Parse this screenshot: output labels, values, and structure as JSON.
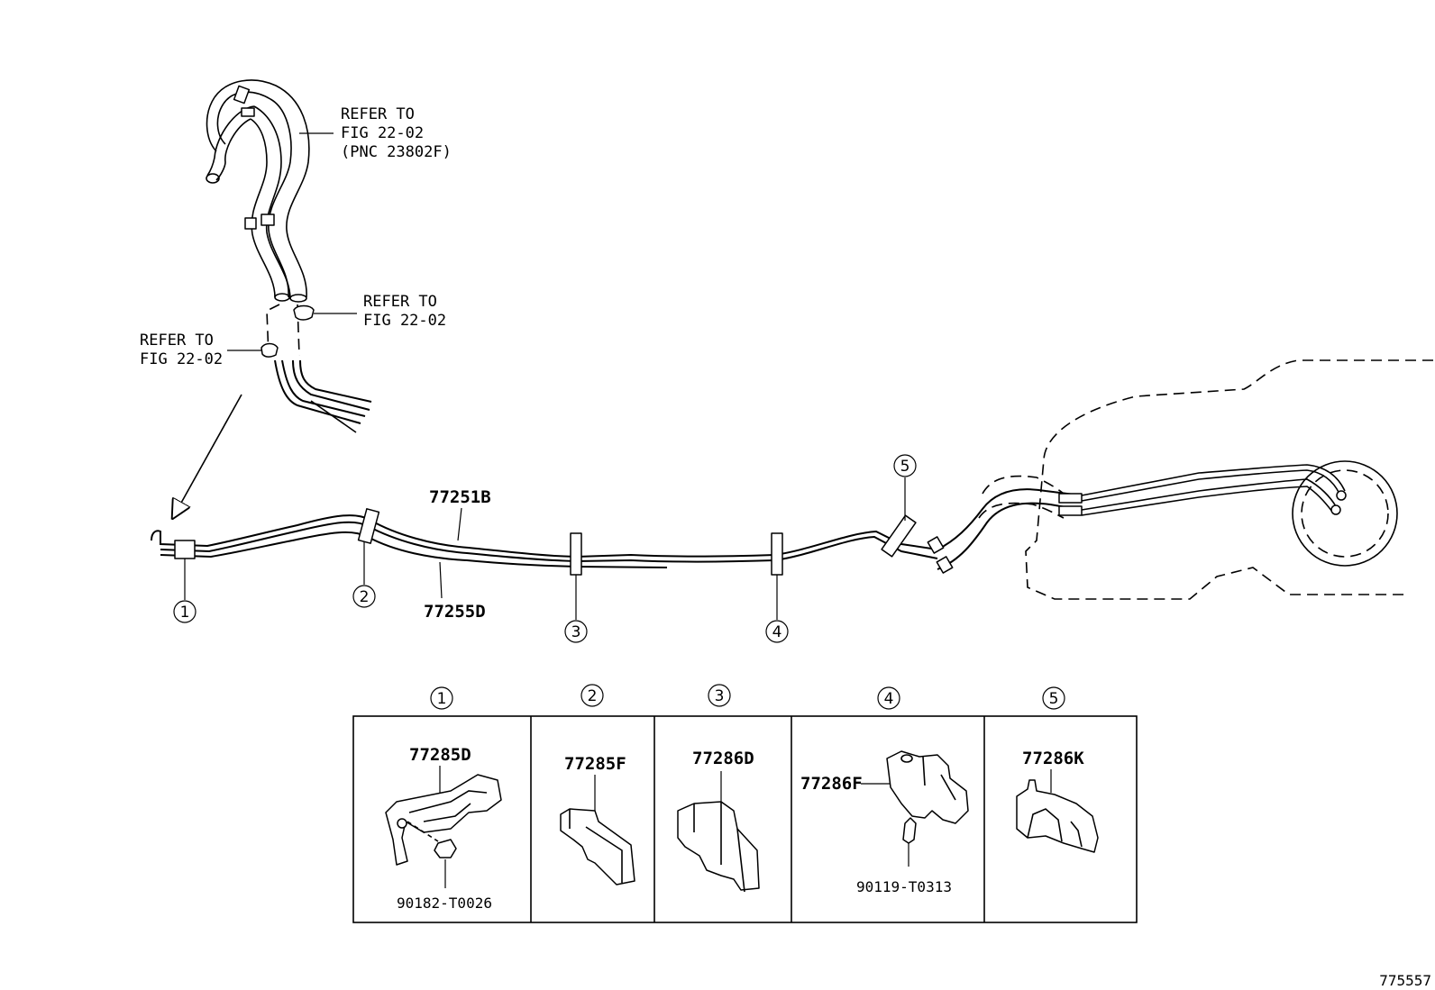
{
  "refs": {
    "top_hose": [
      "REFER TO",
      "FIG 22-02",
      "(PNC 23802F)"
    ],
    "clip_right": [
      "REFER TO",
      "FIG 22-02"
    ],
    "clip_left": [
      "REFER TO",
      "FIG 22-02"
    ]
  },
  "main_parts": {
    "upper_line": "77251B",
    "lower_line": "77255D"
  },
  "clamp_callouts": [
    "1",
    "2",
    "3",
    "4",
    "5"
  ],
  "details": [
    {
      "id": "1",
      "parts": [
        "77285D",
        "90182-T0026"
      ]
    },
    {
      "id": "2",
      "parts": [
        "77285F"
      ]
    },
    {
      "id": "3",
      "parts": [
        "77286D"
      ]
    },
    {
      "id": "4",
      "parts": [
        "77286F",
        "90119-T0313"
      ]
    },
    {
      "id": "5",
      "parts": [
        "77286K"
      ]
    }
  ],
  "illustration_number": "775557"
}
